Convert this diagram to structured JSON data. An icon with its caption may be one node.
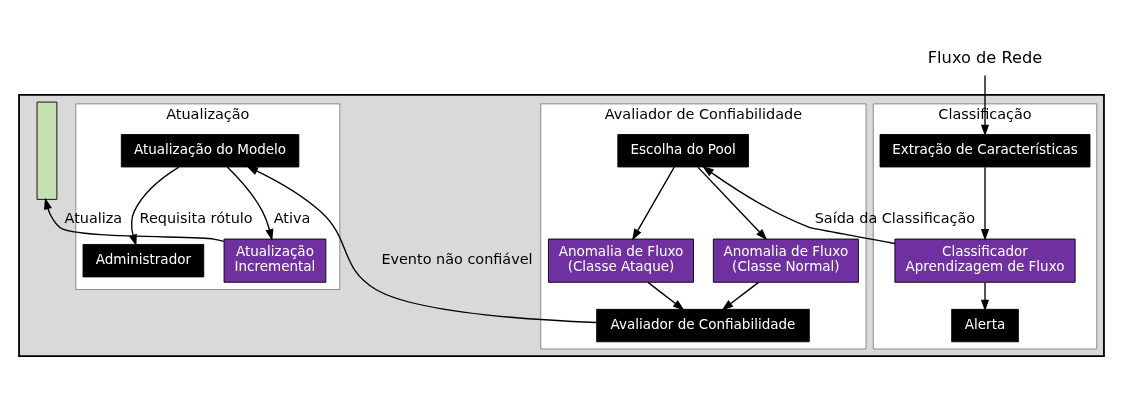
{
  "diagram": {
    "nodes": [
      {
        "text": [
          "Fluxo de Rede"
        ]
      },
      {
        "text": [],
        "shape": "box"
      },
      {
        "text": [
          "Classificação"
        ],
        "in": 1
      },
      {
        "text": [
          "Avaliador de Confiabilidade"
        ],
        "in": 1
      },
      {
        "text": [
          "Atualização"
        ],
        "in": 1
      },
      {
        "text": [
          "Extração de Características"
        ],
        "in": 2
      },
      {
        "text": [
          "Classificador Aprendizagem de Fluxo"
        ],
        "in": 2
      },
      {
        "text": [
          "Alerta"
        ],
        "in": 2
      },
      {
        "text": [
          "Escolha do Pool"
        ],
        "in": 3
      },
      {
        "text": [
          "Anomalia de Fluxo (Classe Ataque)"
        ],
        "in": 3
      },
      {
        "text": [
          "Anomalia de Fluxo (Classe Normal)"
        ],
        "in": 3
      },
      {
        "text": [
          "Avaliador de Confiabilidade"
        ],
        "in": 3
      },
      {
        "text": [
          "Administrador"
        ],
        "in": 4
      },
      {
        "text": [
          "Atualização Incremental"
        ],
        "in": 4
      },
      {
        "text": [
          "Atualização do Modelo"
        ],
        "in": 4
      },
      {
        "text": [],
        "shape": "band",
        "in": 1
      }
    ],
    "edges": [
      {
        "from": 0,
        "to": 5,
        "arrow": "to"
      },
      {
        "from": 5,
        "to": 6,
        "arrow": "to"
      },
      {
        "from": 6,
        "to": 7,
        "arrow": "to"
      },
      {
        "from": 6,
        "to": 8,
        "arrow": "to",
        "label": "Saída da Classificação"
      },
      {
        "from": 8,
        "to": 9,
        "arrow": "to"
      },
      {
        "from": 8,
        "to": 10,
        "arrow": "to"
      },
      {
        "from": 9,
        "to": 11,
        "arrow": "to"
      },
      {
        "from": 10,
        "to": 11,
        "arrow": "to"
      },
      {
        "from": 11,
        "to": 14,
        "arrow": "to",
        "label": "Evento não confiável"
      },
      {
        "from": 14,
        "to": 13,
        "arrow": "to",
        "label": "Ativa"
      },
      {
        "from": 14,
        "to": 12,
        "arrow": "to",
        "label": "Requisita rótulo"
      },
      {
        "from": 13,
        "to": 15,
        "arrow": "to",
        "label": "Atualiza"
      }
    ]
  }
}
